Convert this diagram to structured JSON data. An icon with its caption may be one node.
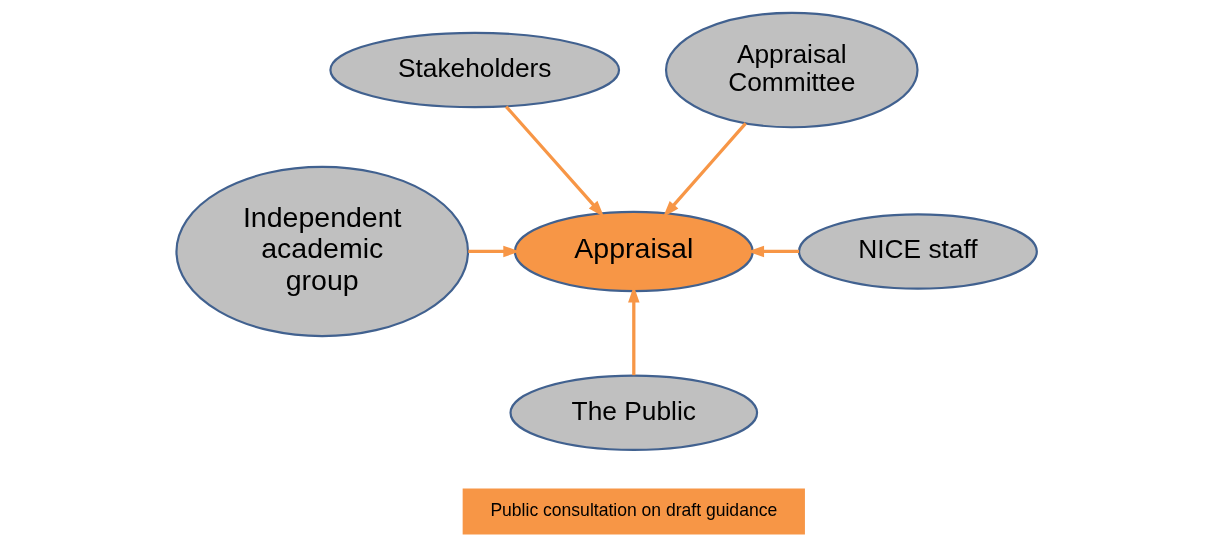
{
  "diagram": {
    "nodes": [
      {
        "text": [
          "Stakeholders"
        ]
      },
      {
        "text": [
          "Appraisal Committee"
        ]
      },
      {
        "text": [
          "Appraisal"
        ]
      },
      {
        "text": [
          "Independent academic group"
        ]
      },
      {
        "text": [
          "NICE staff"
        ]
      },
      {
        "text": [
          "The Public"
        ]
      },
      {
        "text": [
          "Public consultation on draft guidance"
        ]
      }
    ],
    "edges": [
      {
        "from": 0,
        "to": 2,
        "arrow": "to"
      },
      {
        "from": 1,
        "to": 2,
        "arrow": "to"
      },
      {
        "from": 3,
        "to": 2,
        "arrow": "to"
      },
      {
        "from": 4,
        "to": 2,
        "arrow": "to"
      },
      {
        "from": 5,
        "to": 2,
        "arrow": "to"
      }
    ]
  }
}
